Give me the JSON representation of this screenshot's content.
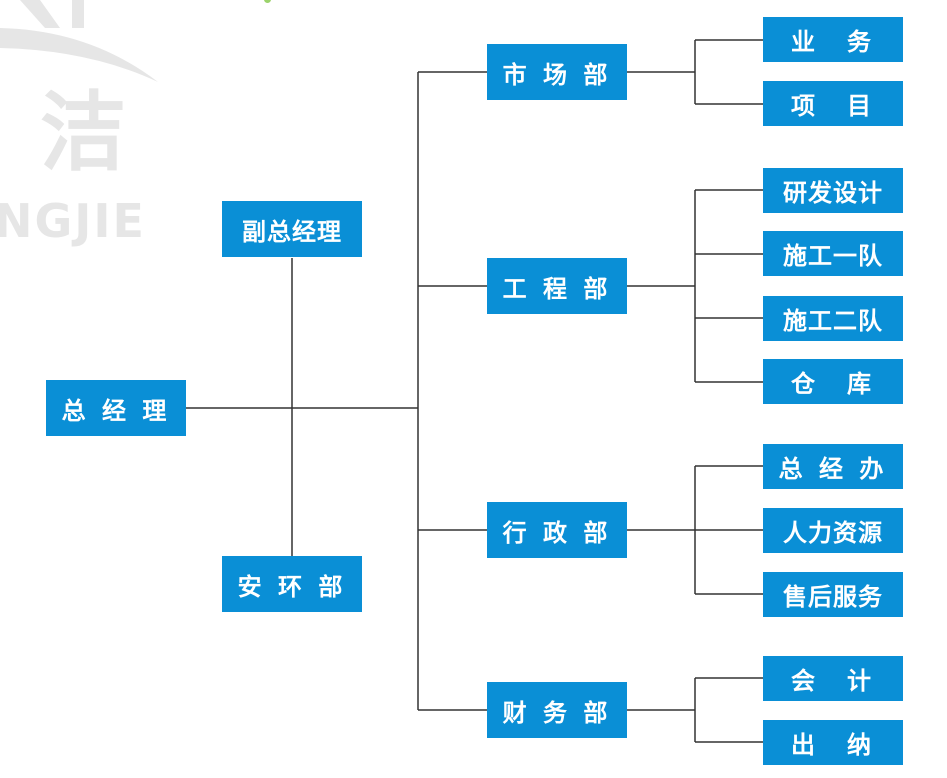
{
  "logo": {
    "chars": "洁",
    "latin": "NGJIE"
  },
  "colors": {
    "box": "#0a8fd6",
    "line": "#333333",
    "watermark": "#e6e6e6"
  },
  "root": {
    "label": "总 经 理"
  },
  "deputy": {
    "label": "副总经理"
  },
  "safety": {
    "label": "安 环 部"
  },
  "departments": [
    {
      "label": "市 场 部",
      "children": [
        "业　务",
        "项　目"
      ]
    },
    {
      "label": "工 程 部",
      "children": [
        "研发设计",
        "施工一队",
        "施工二队",
        "仓　库"
      ]
    },
    {
      "label": "行 政 部",
      "children": [
        "总 经 办",
        "人力资源",
        "售后服务"
      ]
    },
    {
      "label": "财 务 部",
      "children": [
        "会　计",
        "出　纳"
      ]
    }
  ]
}
